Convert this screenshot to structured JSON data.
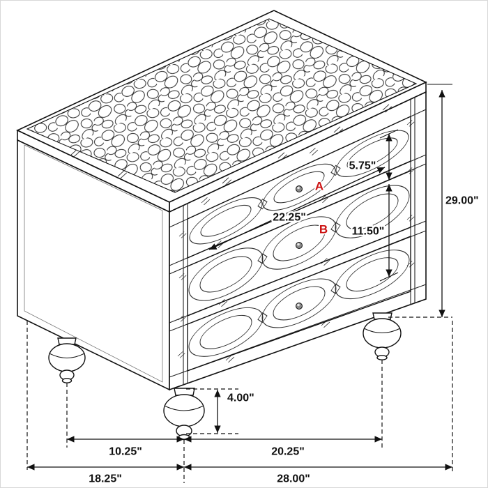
{
  "figure": {
    "background": "#ffffff",
    "line_color": "#111111",
    "marker_color": "#cc1111"
  },
  "markers": {
    "drawer_a": "A",
    "drawer_b": "B"
  },
  "dimensions": {
    "drawer_a_height": "5.75\"",
    "drawer_front_width": "22.25\"",
    "drawer_b_height": "11.50\"",
    "overall_height": "29.00\"",
    "foot_height": "4.00\"",
    "back_foot_to_front_foot": "10.25\"",
    "front_foot_to_right_foot": "20.25\"",
    "overall_depth": "18.25\"",
    "overall_width": "28.00\""
  }
}
